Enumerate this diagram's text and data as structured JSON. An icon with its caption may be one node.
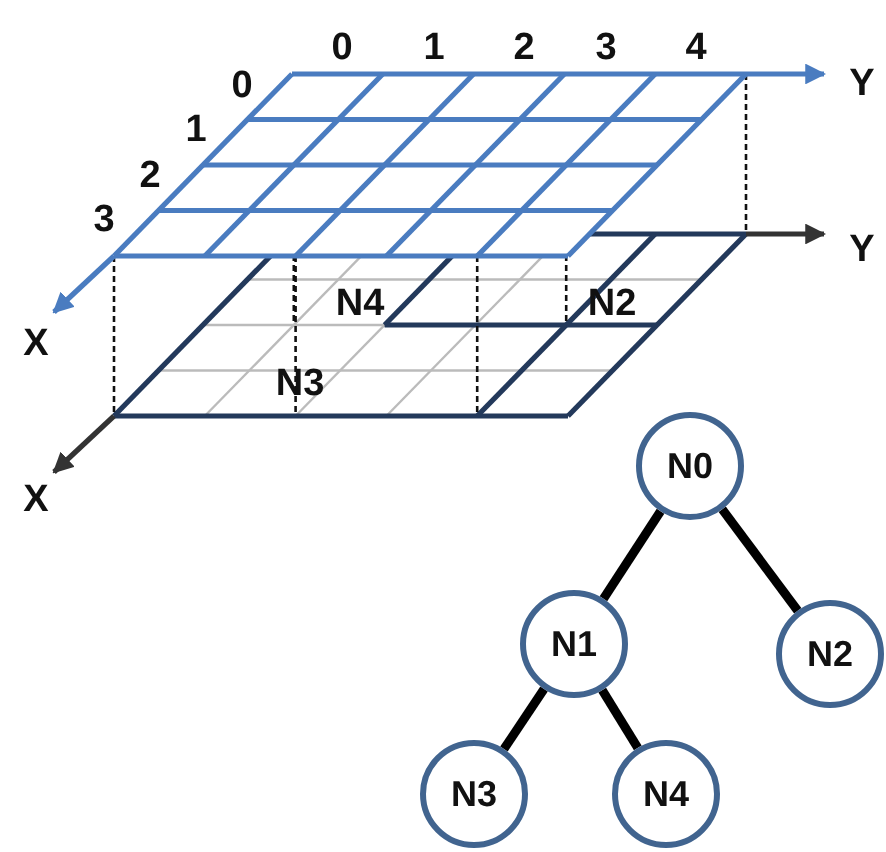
{
  "diagram": {
    "nodes": [
      {
        "text": [
          "N0"
        ]
      },
      {
        "text": [
          "N1"
        ]
      },
      {
        "text": [
          "N2"
        ]
      },
      {
        "text": [
          "N3"
        ]
      },
      {
        "text": [
          "N4"
        ]
      }
    ],
    "edges": [
      {
        "from": 0,
        "to": 1,
        "arrow": "none"
      },
      {
        "from": 0,
        "to": 2,
        "arrow": "none"
      },
      {
        "from": 1,
        "to": 3,
        "arrow": "none"
      },
      {
        "from": 1,
        "to": 4,
        "arrow": "none"
      }
    ],
    "labels": [
      "0",
      "1",
      "2",
      "3",
      "4",
      "0",
      "Y",
      "1",
      "2",
      "3",
      "Y",
      "N4",
      "N2",
      "X",
      "N3",
      "X"
    ]
  }
}
